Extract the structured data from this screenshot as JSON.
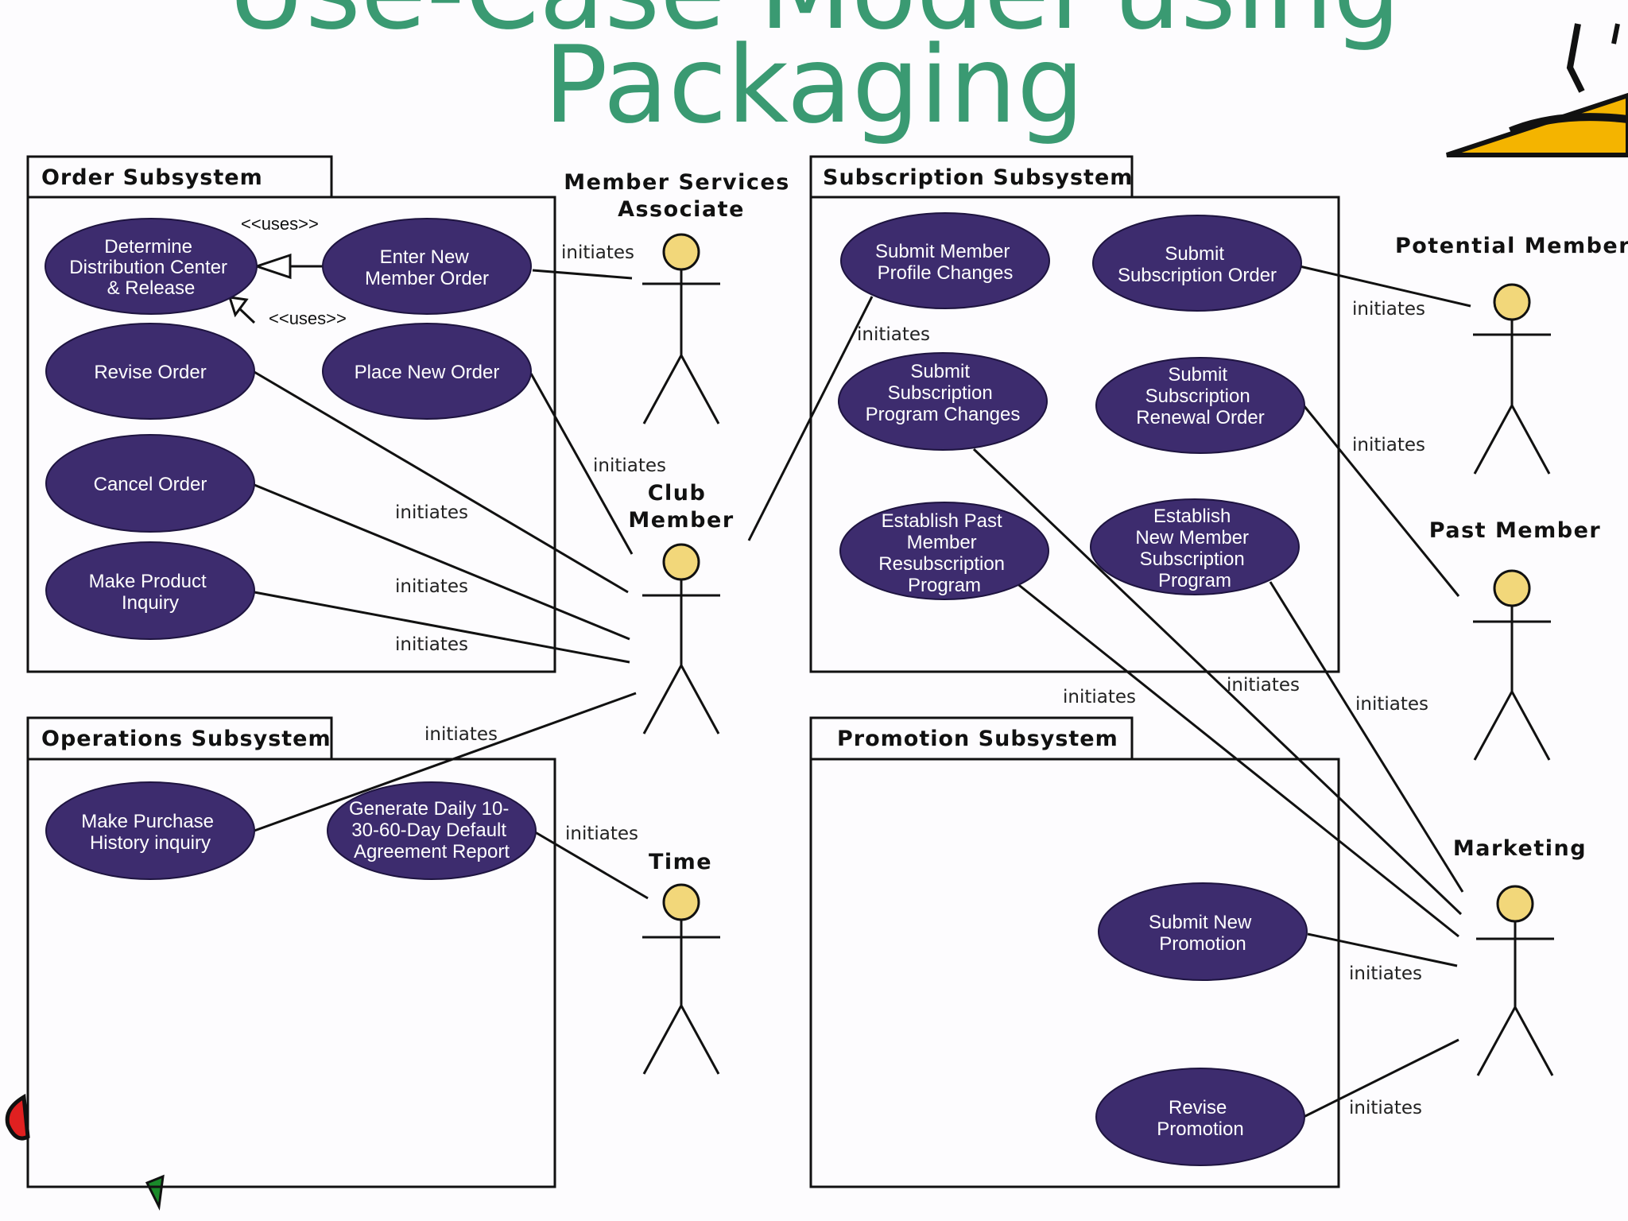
{
  "title": {
    "line1": "Use-Case Model using",
    "line2": "Packaging"
  },
  "colors": {
    "title": "#3a9a72",
    "use_case_fill": "#3d2c6e",
    "actor_head": "#f2d77a"
  },
  "packages": {
    "order": "Order Subsystem",
    "subscription": "Subscription Subsystem",
    "operations": "Operations Subsystem",
    "promotion": "Promotion Subsystem"
  },
  "actors": {
    "member_services": [
      "Member Services",
      "Associate"
    ],
    "club_member": [
      "Club",
      "Member"
    ],
    "time": "Time",
    "potential_member": "Potential Member",
    "past_member": "Past Member",
    "marketing": "Marketing"
  },
  "use_cases": {
    "determine_distribution": [
      "Determine",
      "Distribution Center",
      "& Release"
    ],
    "enter_new_member_order": [
      "Enter New",
      "Member Order"
    ],
    "revise_order": [
      "Revise Order"
    ],
    "place_new_order": [
      "Place New Order"
    ],
    "cancel_order": [
      "Cancel Order"
    ],
    "make_product_inquiry": [
      "Make Product",
      "Inquiry"
    ],
    "submit_member_profile": [
      "Submit Member",
      "Profile Changes"
    ],
    "submit_subscription_order": [
      "Submit",
      "Subscription Order"
    ],
    "submit_subscription_program": [
      "Submit",
      "Subscription",
      "Program Changes"
    ],
    "submit_subscription_renewal": [
      "Submit",
      "Subscription",
      "Renewal Order"
    ],
    "establish_past_member": [
      "Establish Past",
      "Member",
      "Resubscription",
      "Program"
    ],
    "establish_new_member": [
      "Establish",
      "New Member",
      "Subscription",
      "Program"
    ],
    "make_purchase_history": [
      "Make Purchase",
      "History inquiry"
    ],
    "generate_daily_report": [
      "Generate Daily 10-",
      "30-60-Day Default",
      "Agreement Report"
    ],
    "submit_new_promotion": [
      "Submit New",
      "Promotion"
    ],
    "revise_promotion": [
      "Revise",
      "Promotion"
    ]
  },
  "relations": {
    "uses": "<<uses>>",
    "initiates": "initiates"
  }
}
